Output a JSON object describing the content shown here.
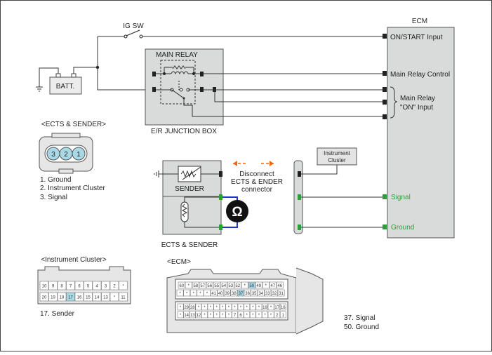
{
  "ecm": {
    "title": "ECM",
    "pins": {
      "on_start": "ON/START Input",
      "main_relay_control": "Main Relay Control",
      "main_relay_on_line1": "Main Relay",
      "main_relay_on_line2": "\"ON\" Input",
      "signal": "Signal",
      "ground": "Ground"
    }
  },
  "ig_sw": {
    "label": "IG SW"
  },
  "battery": {
    "label": "BATT."
  },
  "main_relay": {
    "label": "MAIN RELAY"
  },
  "junction_box": {
    "label": "E/R JUNCTION BOX"
  },
  "ects_connector": {
    "title": "<ECTS & SENDER>",
    "pins": [
      "3",
      "2",
      "1"
    ],
    "legend": [
      {
        "text": "1. Ground",
        "color": "#2e9e3a"
      },
      {
        "text": "2. Instrument Cluster",
        "color": "#222222"
      },
      {
        "text": "3. Signal",
        "color": "#2e9e3a"
      }
    ]
  },
  "ects_component": {
    "sender_label": "SENDER",
    "label": "ECTS & SENDER"
  },
  "disconnect": {
    "line1": "Disconnect",
    "line2": "ECTS & ENDER",
    "line3": "connector",
    "arrow_color": "#ee6611"
  },
  "ohm_symbol": "Ω",
  "instrument_cluster_box": {
    "line1": "Instrument",
    "line2": "Cluster"
  },
  "cluster_connector": {
    "title": "<Instrument Cluster>",
    "row1": [
      "10",
      "9",
      "8",
      "7",
      "6",
      "5",
      "4",
      "3",
      "2",
      "*"
    ],
    "row2": [
      "20",
      "19",
      "18",
      "17",
      "16",
      "15",
      "14",
      "13",
      "*",
      "11"
    ],
    "highlight": "17",
    "note": "17. Sender"
  },
  "ecm_connector": {
    "title": "<ECM>",
    "top_row1": [
      "60",
      "*",
      "58",
      "57",
      "56",
      "55",
      "54",
      "53",
      "52",
      "*",
      "50",
      "49",
      "*",
      "47",
      "46"
    ],
    "top_row2": [
      "*",
      "*",
      "*",
      "*",
      "*",
      "41",
      "40",
      "39",
      "38",
      "37",
      "36",
      "35",
      "34",
      "33",
      "32",
      "31"
    ],
    "bot_row1": [
      "*",
      "29",
      "28",
      "*",
      "*",
      "*",
      "*",
      "*",
      "*",
      "*",
      "*",
      "*",
      "*",
      "*",
      "19",
      "*",
      "17",
      "16"
    ],
    "bot_row2": [
      "*",
      "14",
      "13",
      "12",
      "*",
      "*",
      "*",
      "*",
      "*",
      "7",
      "6",
      "*",
      "*",
      "*",
      "*",
      "*",
      "2",
      "1"
    ],
    "highlight": [
      "50",
      "37"
    ],
    "notes": [
      {
        "text": "37. Signal",
        "color": "#2e9e3a"
      },
      {
        "text": "50. Ground",
        "color": "#2e9e3a"
      }
    ]
  },
  "colors": {
    "component_fill": "#d9dada",
    "pin_highlight": "#a9d8e6",
    "signal_green": "#2e9e3a",
    "ohm_loop": "#2233cc"
  }
}
